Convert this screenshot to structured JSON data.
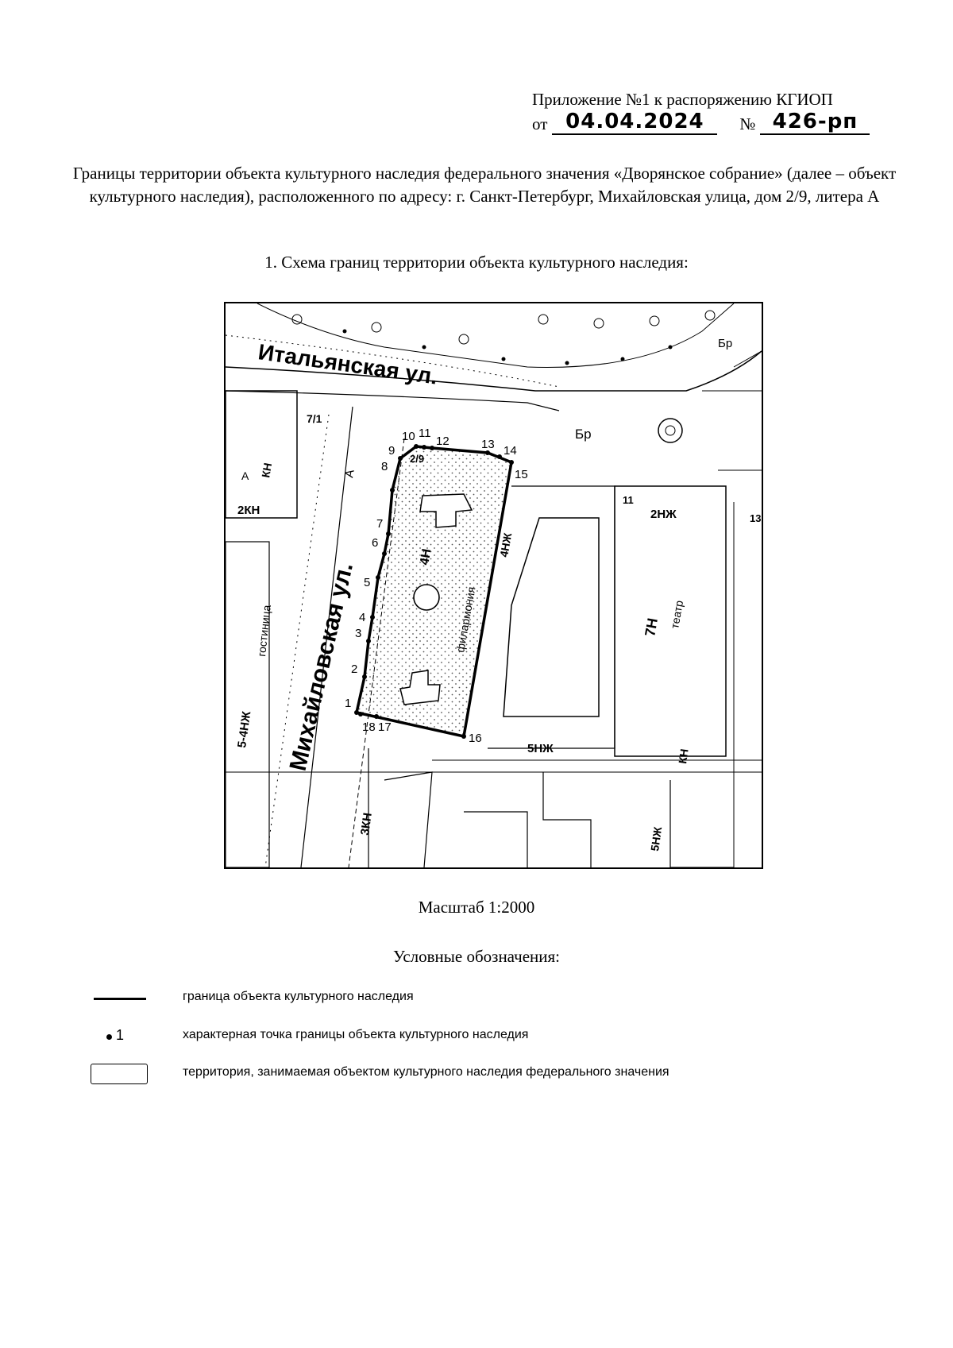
{
  "header": {
    "appendix": "Приложение №1 к распоряжению КГИОП",
    "date_prefix": "от",
    "date": "04.04.2024",
    "number_prefix": "№",
    "number": "426-рп"
  },
  "title": "Границы территории объекта культурного наследия федерального значения «Дворянское собрание» (далее – объект культурного наследия), расположенного по адресу: г. Санкт-Петербург, Михайловская улица, дом 2/9, литера А",
  "section_title": "1.  Схема границ территории объекта культурного наследия:",
  "map": {
    "streets": {
      "italyanskaya": "Итальянская ул.",
      "mikhaylovskaya": "Михайловская ул."
    },
    "labels": {
      "hotel": "гостиница",
      "philharmonic": "филармония",
      "theatre": "театр",
      "b1": "7/1",
      "b2": "2/9",
      "b3": "4Н",
      "b4": "4НЖ",
      "b5": "7Н",
      "b6": "2КН",
      "b7": "2НЖ",
      "b8": "5-4НЖ",
      "b9": "3КН",
      "b10": "5НЖ",
      "b11": "5НЖ",
      "b12": "КН",
      "b13": "А",
      "b14": "Бр",
      "b15": "Бр",
      "b16": "11",
      "b17": "13",
      "b18": "КН",
      "b19": "А"
    },
    "boundary_points": [
      "1",
      "2",
      "3",
      "4",
      "5",
      "6",
      "7",
      "8",
      "9",
      "10",
      "11",
      "12",
      "13",
      "14",
      "15",
      "16",
      "17",
      "18"
    ]
  },
  "scale": "Масштаб 1:2000",
  "legend": {
    "title": "Условные обозначения:",
    "items": [
      {
        "symbol": "line",
        "text": "граница объекта культурного наследия"
      },
      {
        "symbol": "dot",
        "symbol_label": "1",
        "text": "характерная точка границы объекта культурного наследия"
      },
      {
        "symbol": "box",
        "text": "территория, занимаемая объектом культурного наследия федерального значения"
      }
    ]
  }
}
